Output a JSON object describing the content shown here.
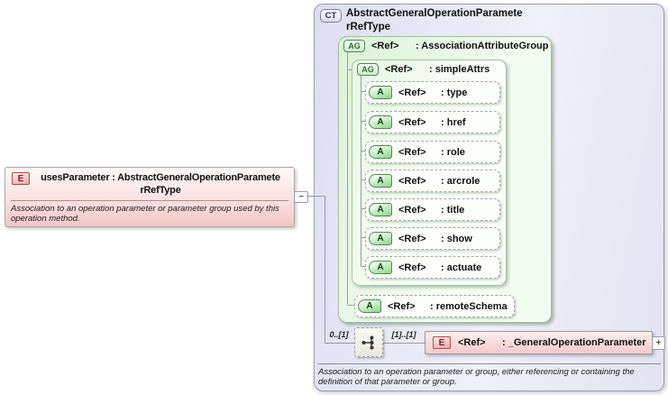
{
  "colors": {
    "element_pink": "#f2c6c6",
    "element_badge_border": "#b24d4d",
    "complex_type_lavender": "#e9e9f7",
    "complex_type_border": "#9a9abc",
    "group_green": "#e4f6e1",
    "group_border": "#9ec29b",
    "connector_gray": "#9a9aaa"
  },
  "element_box": {
    "badge": "E",
    "title_line1": "usesParameter : AbstractGeneralOperationParamete",
    "title_line2": "rRefType",
    "annotation": "Association to an operation parameter or parameter group used by this operation method.",
    "collapse_label": "−"
  },
  "connector": {
    "cardinality_left": "0..[1]",
    "cardinality_right": "[1]..[1]"
  },
  "complex_type": {
    "badge": "CT",
    "title_line1": "AbstractGeneralOperationParamete",
    "title_line2": "rRefType",
    "annotation": "Association to an operation parameter or group, either referencing or containing the definition of that parameter or group.",
    "attribute_group": {
      "badge": "AG",
      "ref": "<Ref>",
      "name": ": AssociationAttributeGroup",
      "simple_attrs": {
        "badge": "AG",
        "ref": "<Ref>",
        "name": ": simpleAttrs",
        "attributes": [
          {
            "badge": "A",
            "ref": "<Ref>",
            "name": ": type"
          },
          {
            "badge": "A",
            "ref": "<Ref>",
            "name": ": href"
          },
          {
            "badge": "A",
            "ref": "<Ref>",
            "name": ": role"
          },
          {
            "badge": "A",
            "ref": "<Ref>",
            "name": ": arcrole"
          },
          {
            "badge": "A",
            "ref": "<Ref>",
            "name": ": title"
          },
          {
            "badge": "A",
            "ref": "<Ref>",
            "name": ": show"
          },
          {
            "badge": "A",
            "ref": "<Ref>",
            "name": ": actuate"
          }
        ]
      },
      "remote_schema": {
        "badge": "A",
        "ref": "<Ref>",
        "name": ": remoteSchema"
      }
    },
    "content_element": {
      "badge": "E",
      "ref": "<Ref>",
      "name": ": _GeneralOperationParameter",
      "expand_label": "+"
    }
  }
}
